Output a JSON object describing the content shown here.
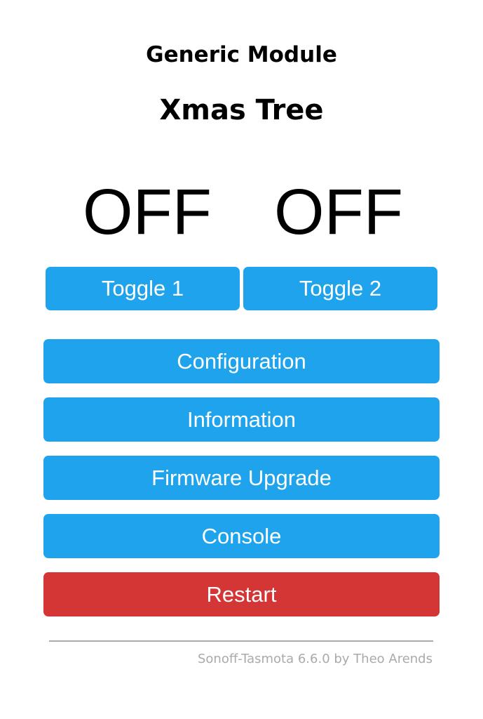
{
  "header": {
    "module_name": "Generic Module",
    "device_name": "Xmas Tree"
  },
  "relays": [
    {
      "state": "OFF"
    },
    {
      "state": "OFF"
    }
  ],
  "toggles": [
    {
      "label": "Toggle 1"
    },
    {
      "label": "Toggle 2"
    }
  ],
  "menu": {
    "configuration": "Configuration",
    "information": "Information",
    "firmware_upgrade": "Firmware Upgrade",
    "console": "Console",
    "restart": "Restart"
  },
  "footer": {
    "text": "Sonoff-Tasmota 6.6.0 by Theo Arends"
  },
  "colors": {
    "button": "#1fa3ec",
    "button_danger": "#d43535",
    "footer_text": "#aaaaaa"
  }
}
